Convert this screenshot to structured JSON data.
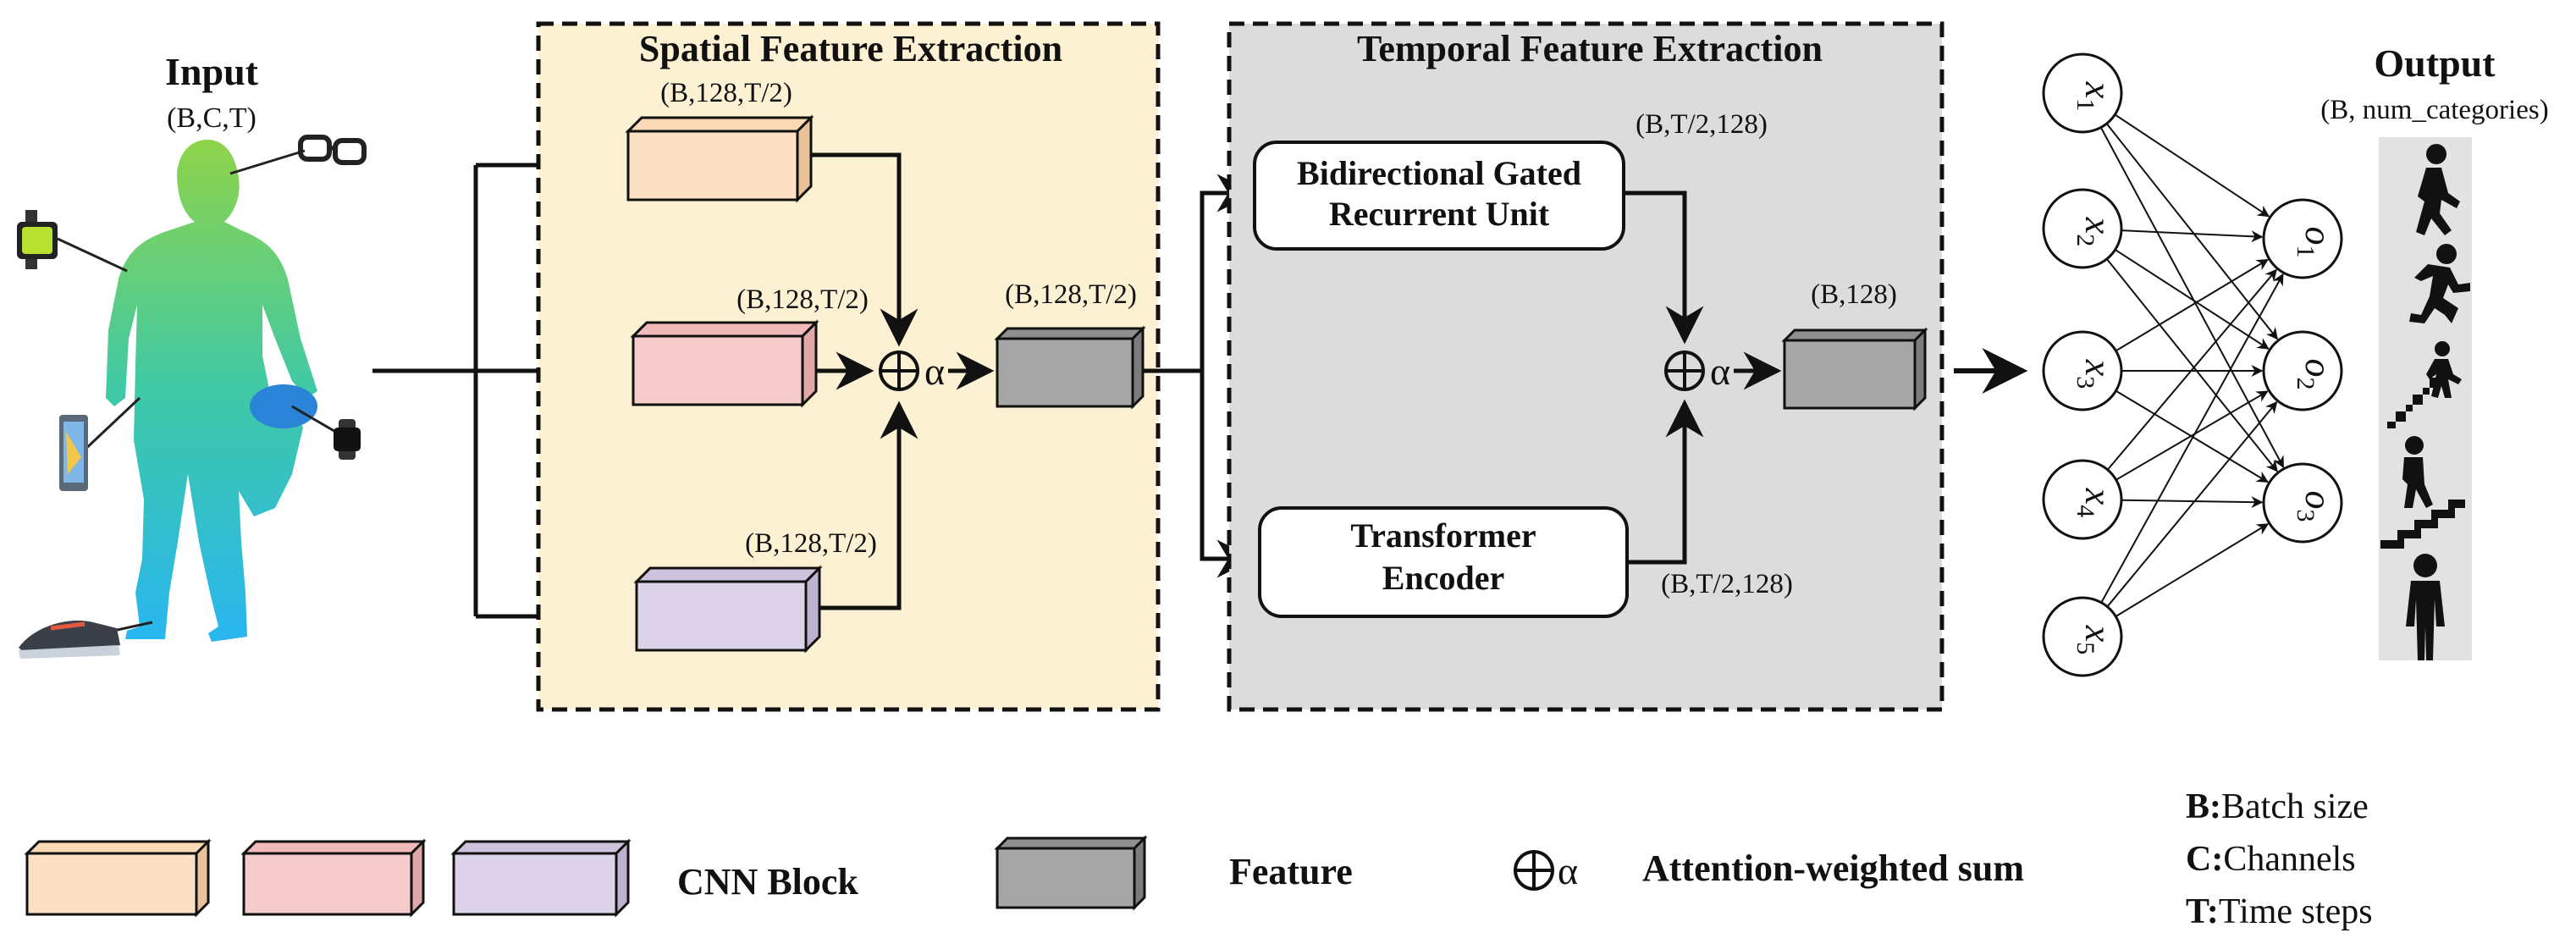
{
  "input": {
    "title": "Input",
    "shape": "(B,C,T)"
  },
  "spatial": {
    "title": "Spatial Feature Extraction",
    "branch_top_shape": "(B,128,T/2)",
    "branch_mid_shape": "(B,128,T/2)",
    "branch_bot_shape": "(B,128,T/2)",
    "fused_shape": "(B,128,T/2)",
    "sum_alpha": "α"
  },
  "temporal": {
    "title": "Temporal Feature Extraction",
    "gru_line1": "Bidirectional Gated",
    "gru_line2": "Recurrent Unit",
    "gru_shape": "(B,T/2,128)",
    "transformer_line1": "Transformer",
    "transformer_line2": "Encoder",
    "transformer_shape": "(B,T/2,128)",
    "fused_shape": "(B,128)",
    "sum_alpha": "α"
  },
  "network": {
    "inputs": [
      {
        "sym": "x",
        "sub": "1"
      },
      {
        "sym": "x",
        "sub": "2"
      },
      {
        "sym": "x",
        "sub": "3"
      },
      {
        "sym": "x",
        "sub": "4"
      },
      {
        "sym": "x",
        "sub": "5"
      }
    ],
    "outputs": [
      {
        "sym": "o",
        "sub": "1"
      },
      {
        "sym": "o",
        "sub": "2"
      },
      {
        "sym": "o",
        "sub": "3"
      }
    ]
  },
  "output": {
    "title": "Output",
    "shape": "(B, num_categories)",
    "activity_icons": [
      "walking-icon",
      "running-icon",
      "stairs-up-icon",
      "stairs-down-icon",
      "standing-icon"
    ]
  },
  "legend": {
    "cnn_label": "CNN Block",
    "feature_label": "Feature",
    "sum_alpha": "α",
    "sum_label": "Attention-weighted sum",
    "defs": [
      {
        "key": "B:",
        "text": "Batch size"
      },
      {
        "key": "C:",
        "text": "Channels"
      },
      {
        "key": "T:",
        "text": "Time steps"
      }
    ]
  },
  "colors": {
    "spatial_bg": "#fdf1d3",
    "temporal_bg": "#dcdcdc",
    "cnn_orange": "#fde1c4",
    "cnn_pink": "#f6cbcc",
    "cnn_purple": "#ddd3e8",
    "feature_gray": "#a6a6a6",
    "body_top": "#8fd44a",
    "body_mid": "#3fc9a6",
    "body_bottom": "#29b6f0"
  }
}
